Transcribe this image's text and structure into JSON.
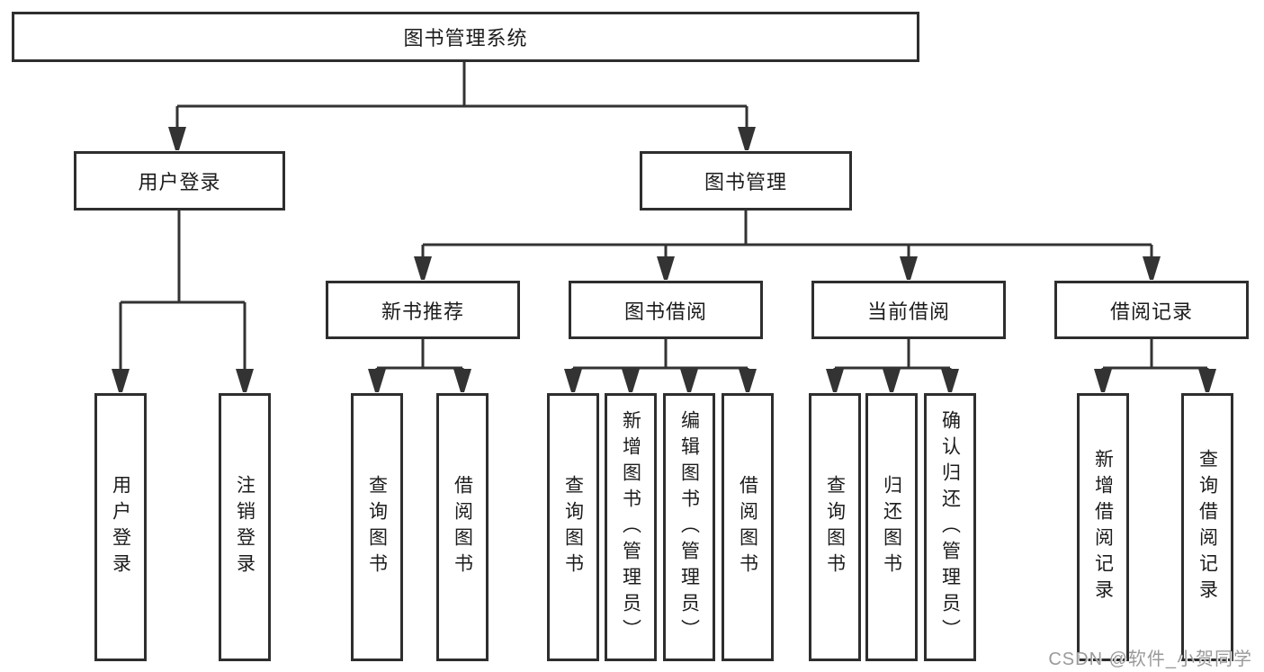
{
  "tree": {
    "root": {
      "label": "图书管理系统"
    },
    "branches": [
      {
        "label": "用户登录",
        "children": [
          {
            "label": "用户登录"
          },
          {
            "label": "注销登录"
          }
        ]
      },
      {
        "label": "图书管理",
        "children": [
          {
            "label": "新书推荐",
            "children": [
              {
                "label": "查询图书"
              },
              {
                "label": "借阅图书"
              }
            ]
          },
          {
            "label": "图书借阅",
            "children": [
              {
                "label": "查询图书"
              },
              {
                "label": "新增图书（管理员）"
              },
              {
                "label": "编辑图书（管理员）"
              },
              {
                "label": "借阅图书"
              }
            ]
          },
          {
            "label": "当前借阅",
            "children": [
              {
                "label": "查询图书"
              },
              {
                "label": "归还图书"
              },
              {
                "label": "确认归还（管理员）"
              }
            ]
          },
          {
            "label": "借阅记录",
            "children": [
              {
                "label": "新增借阅记录"
              },
              {
                "label": "查询借阅记录"
              }
            ]
          }
        ]
      }
    ]
  },
  "watermark": {
    "text": "CSDN @软件_小贺同学"
  },
  "colors": {
    "line": "#333333",
    "box_border": "#2e2e2e",
    "box_fill": "#ffffff",
    "text": "#1c1c1c",
    "watermark": "#9a9a9a",
    "background": "#ffffff"
  }
}
